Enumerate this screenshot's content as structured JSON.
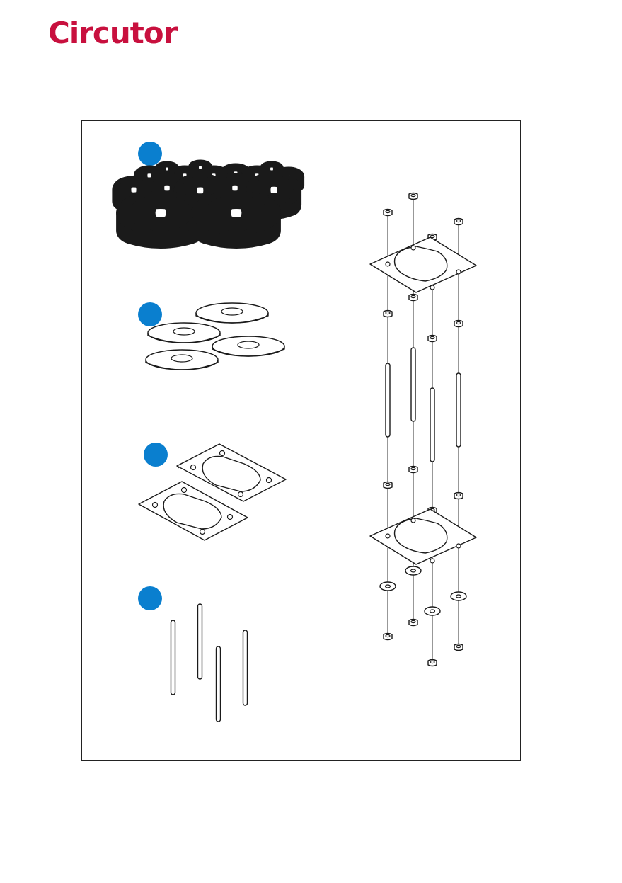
{
  "brand": {
    "name": "Circutor",
    "color": "#c8103e"
  },
  "marker_color": "#0a7fcf",
  "groups": [
    {
      "part": "nuts",
      "icon": "hex-nut-icon"
    },
    {
      "part": "washers",
      "icon": "washer-icon"
    },
    {
      "part": "gaskets",
      "icon": "gasket-icon"
    },
    {
      "part": "threaded-rods",
      "icon": "rod-icon"
    }
  ]
}
